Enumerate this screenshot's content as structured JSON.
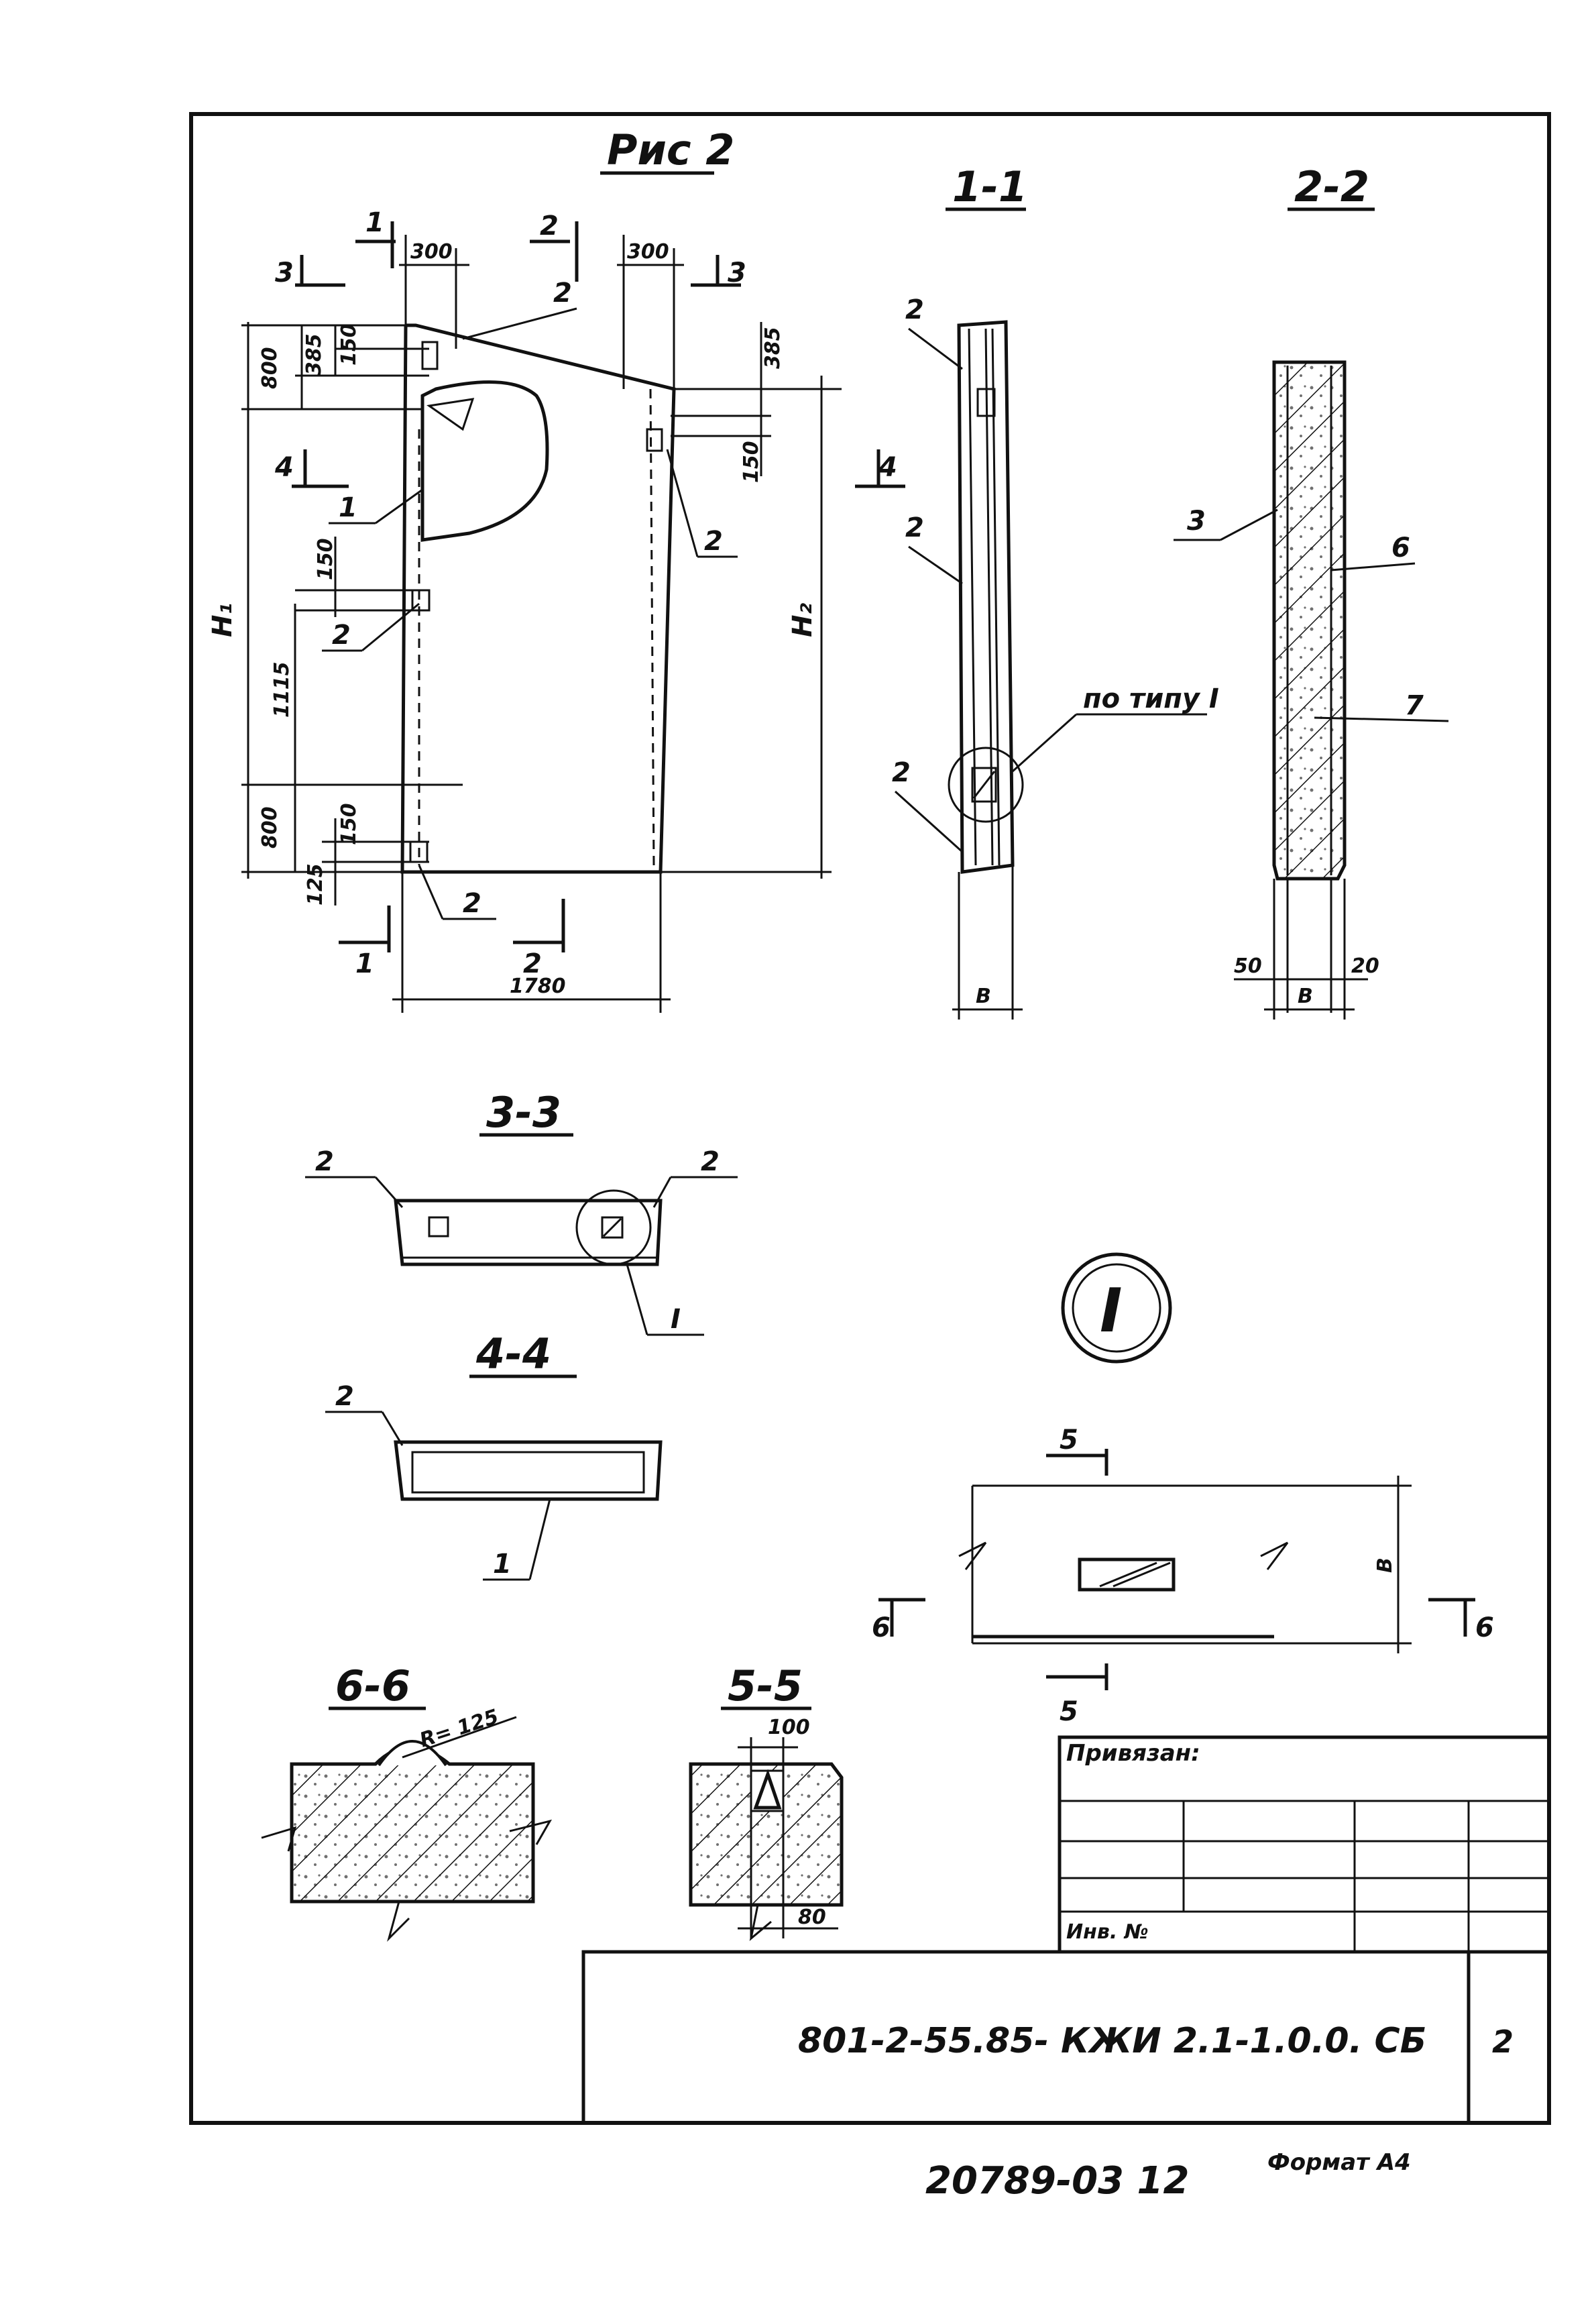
{
  "figure": {
    "title": "Рис 2",
    "main_view_labels": {
      "cut_1": "1",
      "cut_2": "2",
      "cut_3": "3",
      "cut_4": "4",
      "dim_300_left": "300",
      "dim_300_right": "300",
      "dim_800_top": "800",
      "dim_385_left": "385",
      "dim_150_top": "150",
      "dim_385_right": "385",
      "dim_150_right": "150",
      "dim_150_mid": "150",
      "dim_1115": "1115",
      "dim_800_bottom": "800",
      "dim_150_bottom": "150",
      "dim_125": "125",
      "dim_1780": "1780",
      "h1": "H₁",
      "h2": "H₂",
      "callout_1": "1",
      "callout_2": "2"
    }
  },
  "sections": {
    "s1_1": {
      "title": "1-1",
      "callout_2": "2",
      "detail_ref": "по типу I",
      "dim_b": "В"
    },
    "s2_2": {
      "title": "2-2",
      "callout_3": "3",
      "callout_6": "6",
      "callout_7": "7",
      "dim_50": "50",
      "dim_b": "В",
      "dim_20": "20"
    },
    "s3_3": {
      "title": "3-3",
      "callout_2": "2",
      "detail_ref": "I"
    },
    "s4_4": {
      "title": "4-4",
      "callout_2": "2",
      "callout_1": "1"
    },
    "s6_6": {
      "title": "6-6",
      "radius": "R= 125"
    },
    "s5_5": {
      "title": "5-5",
      "dim_100": "100",
      "dim_80": "80"
    },
    "detail_I": {
      "mark": "I",
      "cut_5": "5",
      "cut_6": "6",
      "dim_b": "В"
    }
  },
  "title_block": {
    "privyazan": "Привязан:",
    "inv_no": "Инв. №",
    "doc_code": "801-2-55.85- КЖИ 2.1-1.0.0. СБ",
    "sheet": "2"
  },
  "footer": {
    "stamp": "20789-03  12",
    "format": "Формат А4"
  }
}
